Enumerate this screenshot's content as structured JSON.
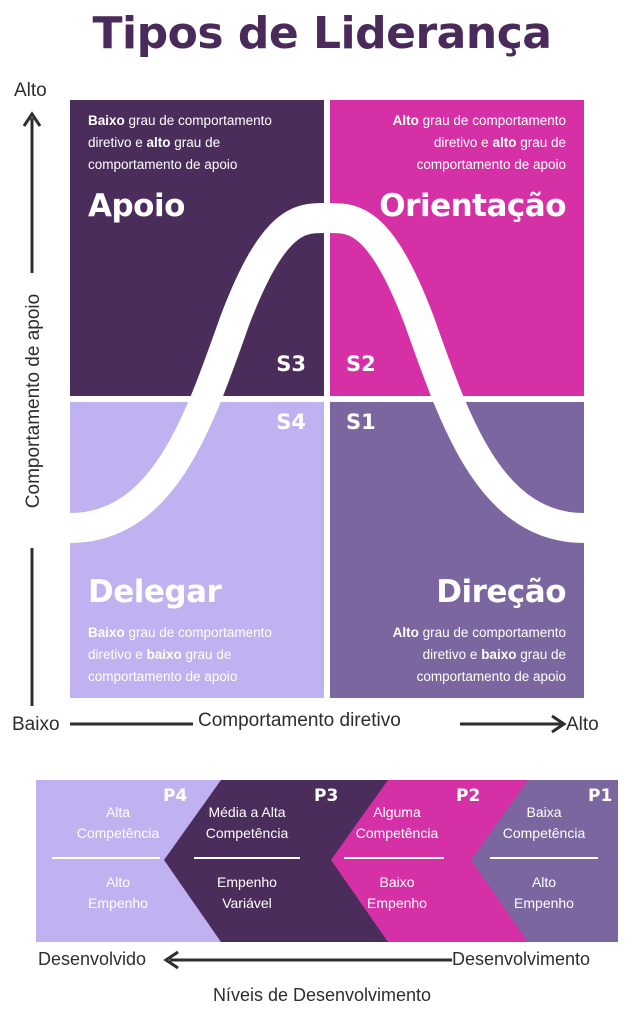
{
  "title": "Tipos de Liderança",
  "colors": {
    "title": "#4a2a5a",
    "apoio": "#4b2d5c",
    "orientacao": "#d630a6",
    "delegar": "#c0b2f0",
    "direcao": "#7b66a0",
    "curve": "#ffffff"
  },
  "axes": {
    "y_label": "Comportamento de apoio",
    "y_high": "Alto",
    "x_label": "Comportamento diretivo",
    "x_low": "Baixo",
    "x_high": "Alto"
  },
  "quadrants": {
    "apoio": {
      "name": "Apoio",
      "style": "S3",
      "desc": [
        {
          "b": "Baixo",
          "t": " grau de comportamento"
        },
        {
          "b": "",
          "t": "diretivo e "
        },
        {
          "b": "alto",
          "t": " grau de"
        },
        {
          "b": "",
          "t": "comportamento de apoio"
        }
      ],
      "desc_lines": [
        "Baixo grau de comportamento",
        "diretivo e alto grau de",
        "comportamento de apoio"
      ]
    },
    "orientacao": {
      "name": "Orientação",
      "style": "S2",
      "desc_lines": [
        "Alto grau de comportamento",
        "diretivo e alto grau de",
        "comportamento de apoio"
      ]
    },
    "delegar": {
      "name": "Delegar",
      "style": "S4",
      "desc_lines": [
        "Baixo grau de comportamento",
        "diretivo e baixo grau de",
        "comportamento de apoio"
      ]
    },
    "direcao": {
      "name": "Direção",
      "style": "S1",
      "desc_lines": [
        "Alto grau de comportamento",
        "diretivo e baixo grau de",
        "comportamento de apoio"
      ]
    }
  },
  "levels": [
    {
      "code": "P4",
      "competence": [
        "Alta",
        "Competência"
      ],
      "commitment": [
        "Alto",
        "Empenho"
      ],
      "color": "#c0b2f0"
    },
    {
      "code": "P3",
      "competence": [
        "Média a Alta",
        "Competência"
      ],
      "commitment": [
        "Empenho",
        "Variável"
      ],
      "color": "#4b2d5c"
    },
    {
      "code": "P2",
      "competence": [
        "Alguma",
        "Competência"
      ],
      "commitment": [
        "Baixo",
        "Empenho"
      ],
      "color": "#d630a6"
    },
    {
      "code": "P1",
      "competence": [
        "Baixa",
        "Competência"
      ],
      "commitment": [
        "Alto",
        "Empenho"
      ],
      "color": "#7b66a0"
    }
  ],
  "dev_axis": {
    "left": "Desenvolvido",
    "right": "Desenvolvimento",
    "caption": "Níveis de Desenvolvimento"
  }
}
